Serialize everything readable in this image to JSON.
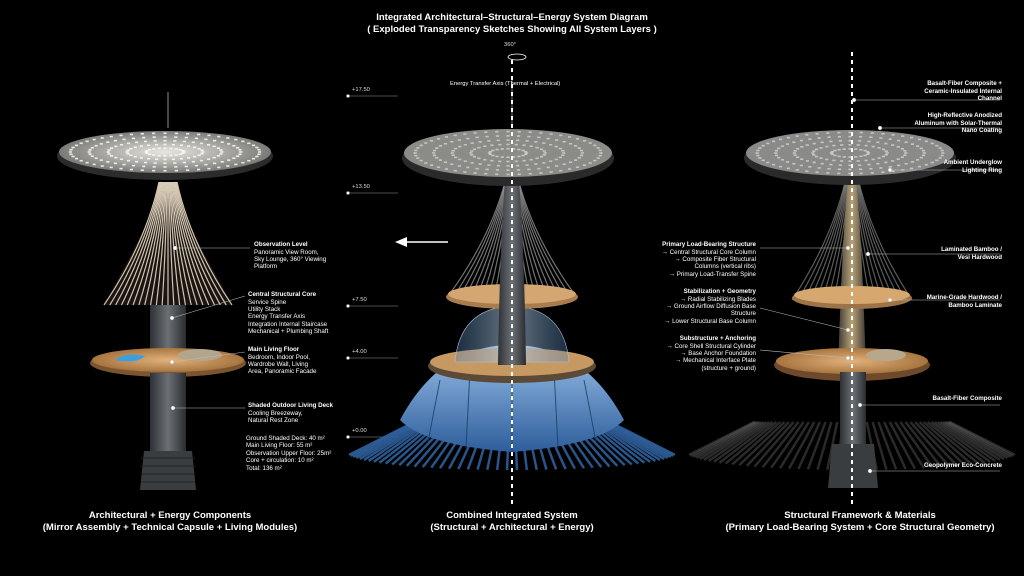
{
  "title": {
    "line1": "Integrated Architectural–Structural–Energy System Diagram",
    "line2": "( Exploded Transparency Sketches Showing All System Layers )"
  },
  "rotation_label": "360°",
  "energy_axis_label": "Energy Transfer Axis (Thermal + Electrical)",
  "elevations": [
    "+17.50",
    "+13.50",
    "+7.50",
    "+4.00",
    "+0.00"
  ],
  "left_annotations": {
    "observation": {
      "heading": "Observation Level",
      "lines": [
        "Panoramic View Room,",
        "Sky Lounge, 360° Viewing",
        "Platform"
      ]
    },
    "core": {
      "heading": "Central Structural Core",
      "lines": [
        "Service Spine",
        "Utility Stack",
        "Energy Transfer Axis",
        "Integration Internal Staircase",
        "Mechanical + Plumbing Shaft"
      ]
    },
    "living": {
      "heading": "Main Living Floor",
      "lines": [
        "Bedroom, Indoor Pool,",
        "Wardrobe Wall, Living",
        "Area, Panoramic Facade"
      ]
    },
    "deck": {
      "heading": "Shaded Outdoor Living Deck",
      "lines": [
        "Cooling Breezeway,",
        "Natural Rest Zone"
      ]
    },
    "areas": [
      "Ground Shaded Deck: 40 m²",
      "Main Living Floor: 55 m²",
      "Observation Upper Floor: 25m²",
      "Core + circulation: 10 m²",
      "Total: 136 m²"
    ]
  },
  "middle_annotations": {
    "primary": {
      "heading": "Primary Load-Bearing Structure",
      "lines": [
        "→ Central Structural Core Column",
        "→ Composite Fiber Structural",
        "Columns (vertical ribs)",
        "→ Primary Load-Transfer Spine"
      ]
    },
    "stabilization": {
      "heading": "Stabilization + Geometry",
      "lines": [
        "→ Radial Stabilizing Blades",
        "→ Ground Airflow Diffusion Base",
        "Structure",
        "→ Lower Structural Base Column"
      ]
    },
    "substructure": {
      "heading": "Substructure + Anchoring",
      "lines": [
        "→ Core Shell Structural Cylinder",
        "→ Base Anchor Foundation",
        "→ Mechanical Interface Plate",
        "(structure + ground)"
      ]
    }
  },
  "right_annotations": {
    "basalt_channel": [
      "Basalt-Fiber Composite +",
      "Ceramic-Insulated Internal",
      "Channel"
    ],
    "aluminum": [
      "High-Reflective Anodized",
      "Aluminum with Solar-Thermal",
      "Nano Coating"
    ],
    "lighting": [
      "Ambient Underglow",
      "Lighting Ring"
    ],
    "bamboo": [
      "Laminated Bamboo /",
      "Vesi Hardwood"
    ],
    "marine": [
      "Marine-Grade Hardwood /",
      "Bamboo Laminate"
    ],
    "basalt": "Basalt-Fiber Composite",
    "geopolymer": "Geopolymer Eco-Concrete"
  },
  "captions": {
    "left": [
      "Architectural + Energy Components",
      "(Mirror Assembly + Technical Capsule + Living Modules)"
    ],
    "middle": [
      "Combined Integrated System",
      "(Structural + Architectural + Energy)"
    ],
    "right": [
      "Structural Framework & Materials",
      "(Primary Load-Bearing System + Core Structural Geometry)"
    ]
  },
  "colors": {
    "background": "#000000",
    "text": "#ffffff",
    "wood": "#c9955e",
    "glass": "#6f9fd0",
    "core": "#5a5e63"
  }
}
